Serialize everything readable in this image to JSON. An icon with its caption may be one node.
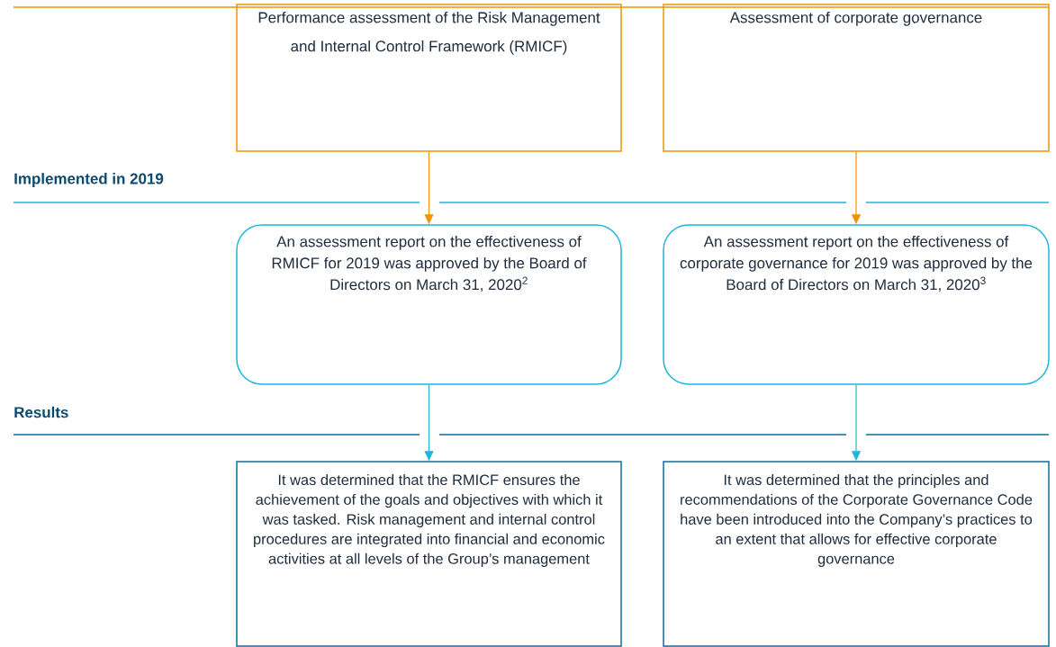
{
  "diagram": {
    "nodes": [
      {
        "text": [
          "Performance assessment of the Risk Management and Internal Control Framework (RMICF)"
        ]
      },
      {
        "text": [
          "Assessment of corporate governance"
        ]
      },
      {
        "text": [
          "An assessment report on the effectiveness of RMICF for 2019 was approved by the Board of Directors on March 31, 2020$^{2}$"
        ]
      },
      {
        "text": [
          "An assessment report on the effectiveness of corporate governance for 2019 was approved by the Board of Directors on March 31, 2020$^{3}$"
        ]
      },
      {
        "text": [
          "It was determined that the RMICF ensures the achievement of the goals and objectives with which it was tasked. Risk management and internal control procedures are integrated into financial and economic activities at all levels of the Group’s management"
        ]
      },
      {
        "text": [
          "It was determined that the principles and recommendations of the Corporate Governance Code have been introduced into the Company’s practices to an extent that allows for effective corporate governance"
        ]
      }
    ],
    "edges": [
      {
        "from": 0,
        "to": 2,
        "arrow": "to",
        "color": "#f39200"
      },
      {
        "from": 1,
        "to": 3,
        "arrow": "to",
        "color": "#f39200"
      },
      {
        "from": 2,
        "to": 4,
        "arrow": "to",
        "color": "#1fb5dc"
      },
      {
        "from": 3,
        "to": 5,
        "arrow": "to",
        "color": "#1fb5dc"
      }
    ],
    "labels": [
      "Implemented in 2019",
      "Results"
    ]
  }
}
